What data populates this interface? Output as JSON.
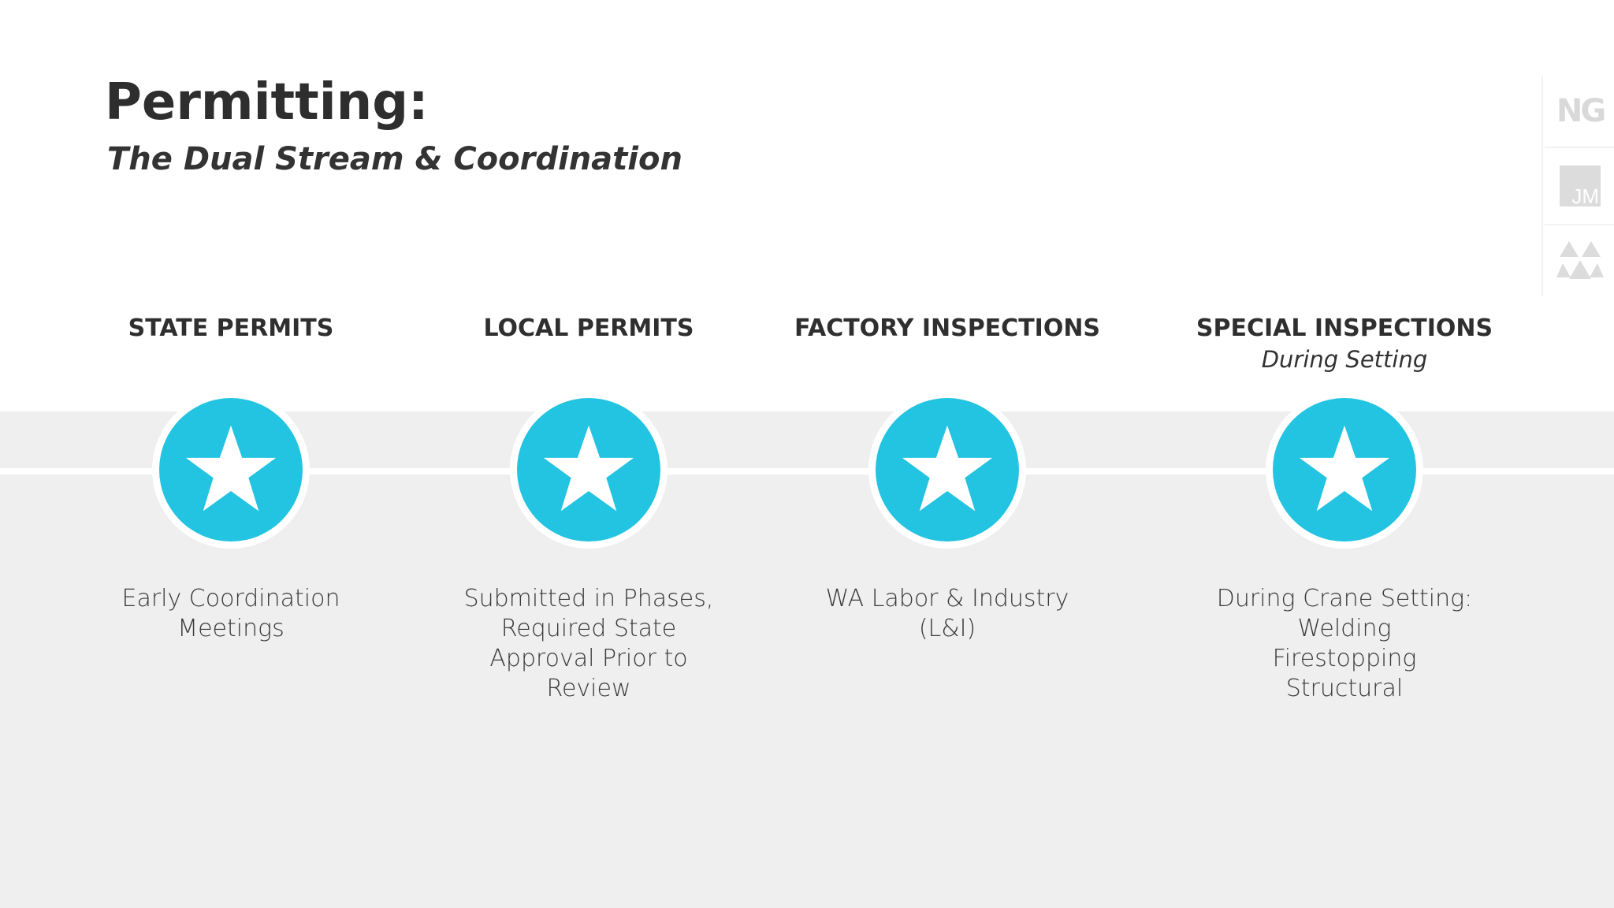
{
  "slide": {
    "title": "Permitting:",
    "subtitle": "The Dual Stream & Coordination"
  },
  "colors": {
    "accent": "#22c4e1",
    "band": "#efeff0",
    "text": "#333333"
  },
  "steps": [
    {
      "heading": "STATE PERMITS",
      "subheading": "",
      "icon": "star-icon",
      "lines": [
        "Early Coordination",
        "Meetings"
      ]
    },
    {
      "heading": "LOCAL PERMITS",
      "subheading": "",
      "icon": "star-icon",
      "lines": [
        "Submitted in Phases,",
        "Required State",
        "Approval Prior to",
        "Review"
      ]
    },
    {
      "heading": "FACTORY INSPECTIONS",
      "subheading": "",
      "icon": "star-icon",
      "lines": [
        "WA Labor & Industry",
        "(L&I)"
      ]
    },
    {
      "heading": "SPECIAL INSPECTIONS",
      "subheading": "During Setting",
      "icon": "star-icon",
      "lines": [
        "During Crane Setting:",
        "Welding",
        "Firestopping",
        "Structural"
      ]
    }
  ],
  "logos": {
    "ng_text": "NG",
    "jm_text": "JM",
    "third_icon": "triangles-logo-icon"
  }
}
